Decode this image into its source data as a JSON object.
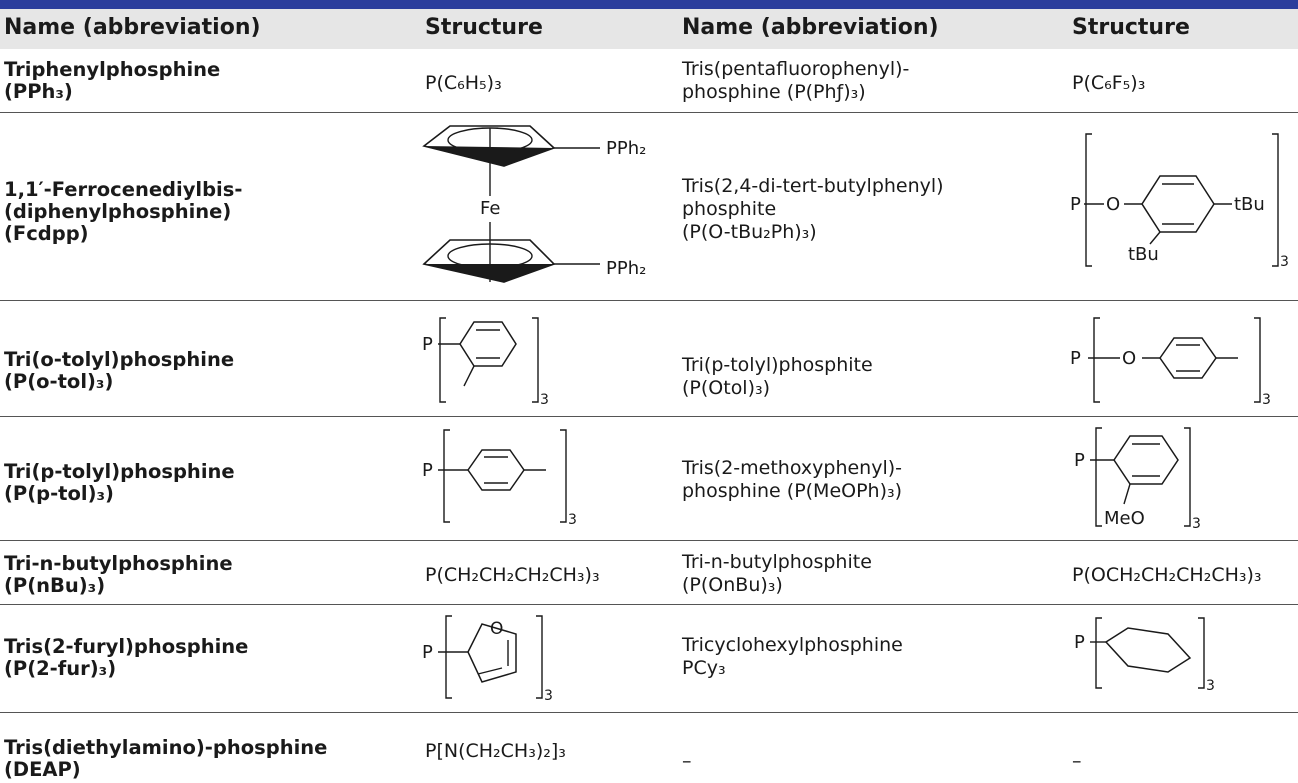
{
  "headers": {
    "name1": "Name (abbreviation)",
    "struct1": "Structure",
    "name2": "Name (abbreviation)",
    "struct2": "Structure"
  },
  "rows": [
    {
      "left_name": "Triphenylphosphine",
      "left_abbr": "(PPh₃)",
      "left_formula": "P(C₆H₅)₃",
      "right_name_1": "Tris(pentafluorophenyl)-",
      "right_name_2": "phosphine (P(Phƒ)₃)",
      "right_formula": "P(C₆F₅)₃"
    },
    {
      "left_name_1": "1,1′-Ferrocenediylbis-",
      "left_name_2": "(diphenylphosphine)",
      "left_name_3": "(Fcdpp)",
      "struct_pph2_top": "PPh₂",
      "struct_fe": "Fe",
      "struct_pph2_bottom": "PPh₂",
      "right_name_1": "Tris(2,4-di-tert-butylphenyl)",
      "right_name_2": "phosphite",
      "right_name_3": "(P(O-tBu₂Ph)₃)",
      "struct_p": "P",
      "struct_o": "O",
      "struct_tbu": "tBu",
      "struct_sub": "3"
    },
    {
      "left_name": "Tri(o-tolyl)phosphine",
      "left_abbr": "(P(o-tol)₃)",
      "right_name_1": "Tri(p-tolyl)phosphite",
      "right_name_2": "(P(Otol)₃)"
    },
    {
      "left_name": "Tri(p-tolyl)phosphine",
      "left_abbr": "(P(p-tol)₃)",
      "right_name_1": "Tris(2-methoxyphenyl)-",
      "right_name_2": "phosphine (P(MeOPh)₃)",
      "struct_meo": "MeO"
    },
    {
      "left_name": "Tri-n-butylphosphine",
      "left_abbr": "(P(nBu)₃)",
      "left_formula": "P(CH₂CH₂CH₂CH₃)₃",
      "right_name_1": "Tri-n-butylphosphite",
      "right_name_2": "(P(OnBu)₃)",
      "right_formula": "P(OCH₂CH₂CH₂CH₃)₃"
    },
    {
      "left_name": "Tris(2-furyl)phosphine",
      "left_abbr": "(P(2-fur)₃)",
      "right_name_1": "Tricyclohexylphosphine",
      "right_name_2": "PCy₃"
    },
    {
      "left_name_1": "Tris(diethylamino)-phosphine",
      "left_name_2": "(DEAP)",
      "left_formula": "P[N(CH₂CH₃)₂]₃",
      "right_name": "–",
      "right_formula": "–"
    }
  ]
}
